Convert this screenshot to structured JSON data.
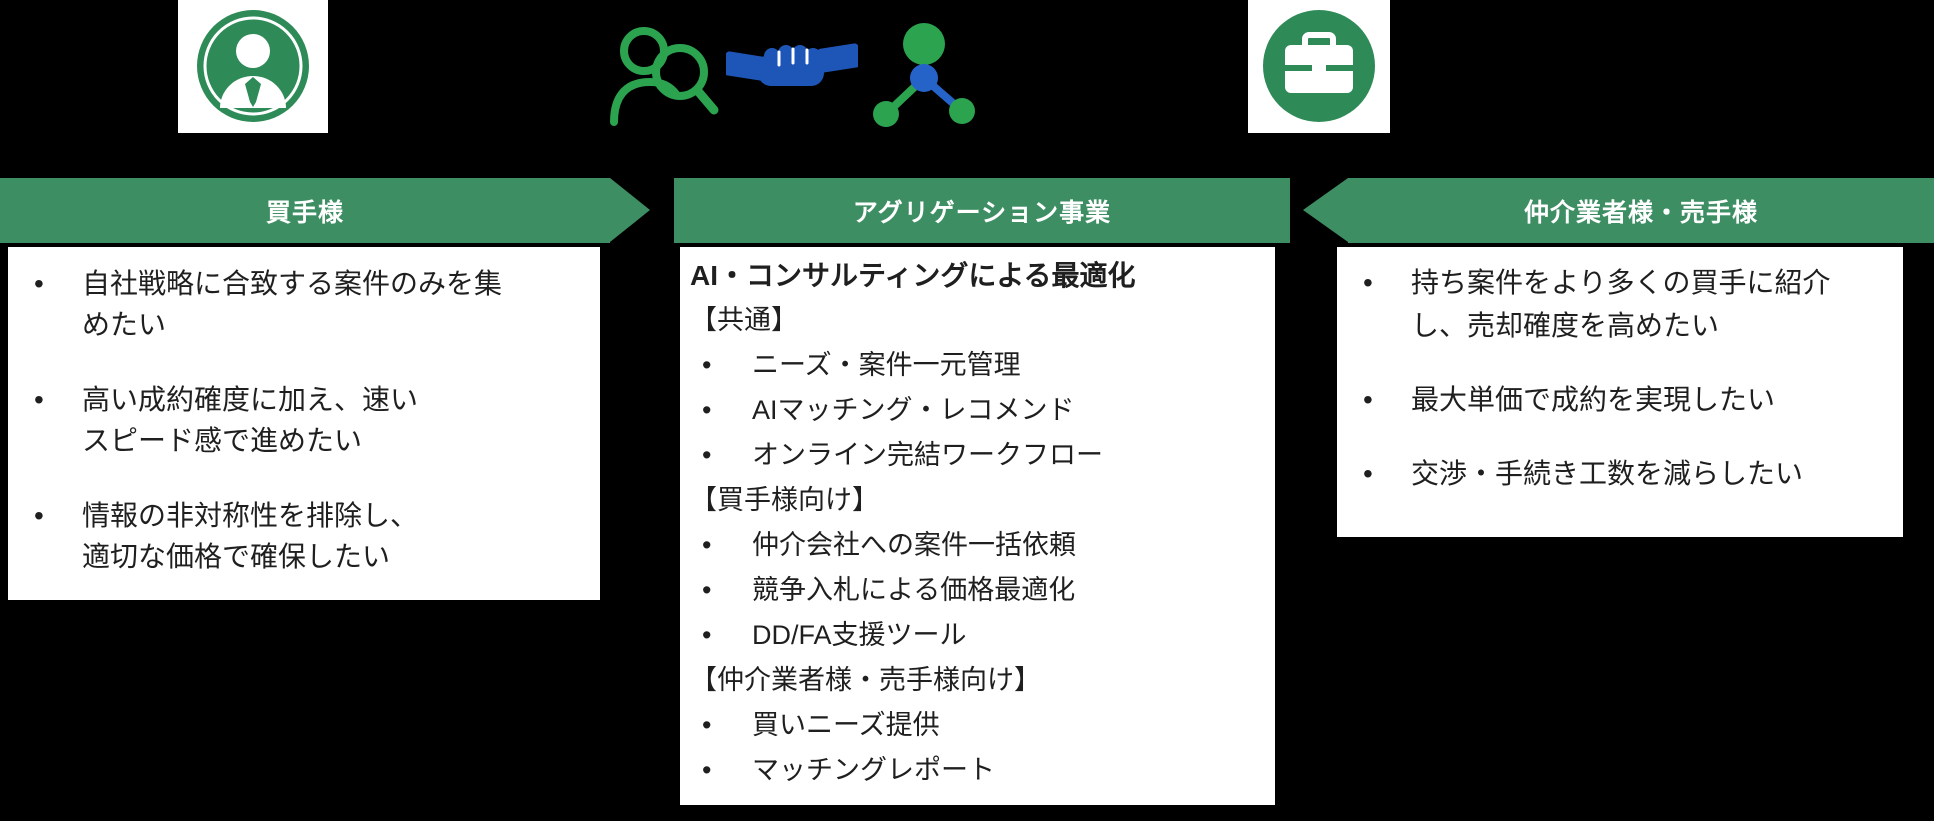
{
  "diagram": {
    "bullet_char": "•",
    "buyer": {
      "title": "買手様",
      "icon": "businessman-avatar-icon",
      "bullets": [
        "自社戦略に合致する案件のみを集\nめたい",
        "高い成約確度に加え、速い\nスピード感で進めたい",
        "情報の非対称性を排除し、\n適切な価格で確保したい"
      ]
    },
    "aggregation": {
      "title": "アグリゲーション事業",
      "icons": [
        "prospect-search-icon",
        "handshake-icon",
        "network-molecule-icon"
      ],
      "headline": "AI・コンサルティングによる最適化",
      "sections": [
        {
          "label": "【共通】",
          "items": [
            "ニーズ・案件一元管理",
            "AIマッチング・レコメンド",
            "オンライン完結ワークフロー"
          ]
        },
        {
          "label": "【買手様向け】",
          "items": [
            "仲介会社への案件一括依頼",
            "競争入札による価格最適化",
            "DD/FA支援ツール"
          ]
        },
        {
          "label": "【仲介業者様・売手様向け】",
          "items": [
            "買いニーズ提供",
            "マッチングレポート"
          ]
        }
      ]
    },
    "broker_seller": {
      "title": "仲介業者様・売手様",
      "icon": "briefcase-icon",
      "bullets": [
        "持ち案件をより多くの買手に紹介\nし、売却確度を高めたい",
        "最大単価で成約を実現したい",
        "交渉・手続き工数を減らしたい"
      ]
    },
    "colors": {
      "background": "#000000",
      "panel": "#FFFFFF",
      "banner_green": "#3E8E64",
      "icon_green": "#2BA34F",
      "icon_dark_green": "#2E8B57",
      "icon_blue": "#1E56B8",
      "node_blue": "#2563C9",
      "text": "#1F1F1F"
    }
  }
}
